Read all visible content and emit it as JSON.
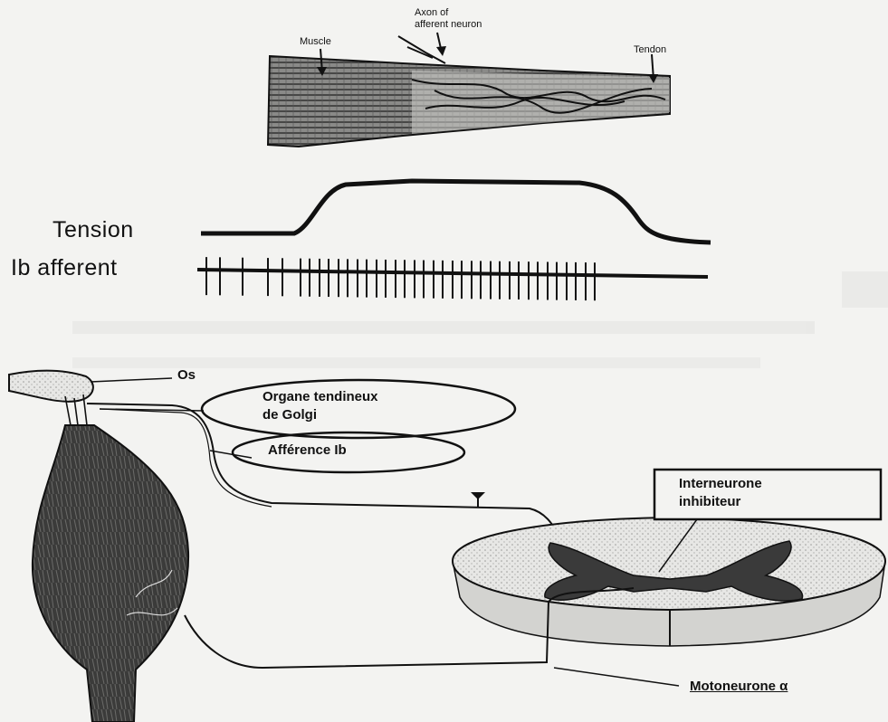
{
  "muscle_panel": {
    "muscle_label": "Muscle",
    "axon_label_line1": "Axon of",
    "axon_label_line2": "afferent neuron",
    "tendon_label": "Tendon"
  },
  "traces": {
    "tension_label": "Tension",
    "afferent_label": "Ib afferent"
  },
  "reflex_diagram": {
    "bone_label": "Os",
    "golgi_organ_line1": "Organe tendineux",
    "golgi_organ_line2": "de Golgi",
    "afferent_ib_label": "Afférence Ib",
    "interneuron_line1": "Interneurone",
    "interneuron_line2": "inhibiteur",
    "motoneuron_label": "Motoneurone α"
  },
  "colors": {
    "ink": "#111111",
    "paper": "#f3f3f1",
    "gray_matter": "#3a3a3a",
    "cord_fill": "#e6e6e4"
  }
}
